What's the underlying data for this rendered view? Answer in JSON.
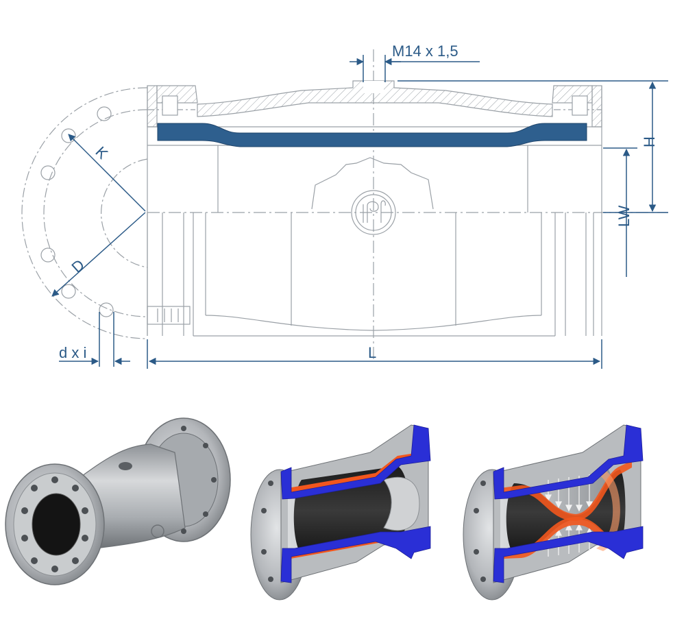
{
  "drawing": {
    "dimensions": {
      "thread": "M14 x 1,5",
      "H": "H",
      "LW": "LW",
      "K": "K",
      "D": "D",
      "bolt": "d x i",
      "L": "L"
    }
  },
  "colors": {
    "dimension_blue": "#2b5a87",
    "sleeve_blue": "#2e5f8e",
    "outline_gray": "#9aa0a6",
    "flange_blue": "#2a2fd6",
    "liner_orange": "#f2561d",
    "rubber_black": "#2a2a2a",
    "steel_gray": "#b7babd"
  },
  "photos": {
    "items": [
      {
        "id": "exterior",
        "view": "valve-exterior"
      },
      {
        "id": "open",
        "view": "cutaway-open"
      },
      {
        "id": "closed",
        "view": "cutaway-closed"
      }
    ]
  }
}
